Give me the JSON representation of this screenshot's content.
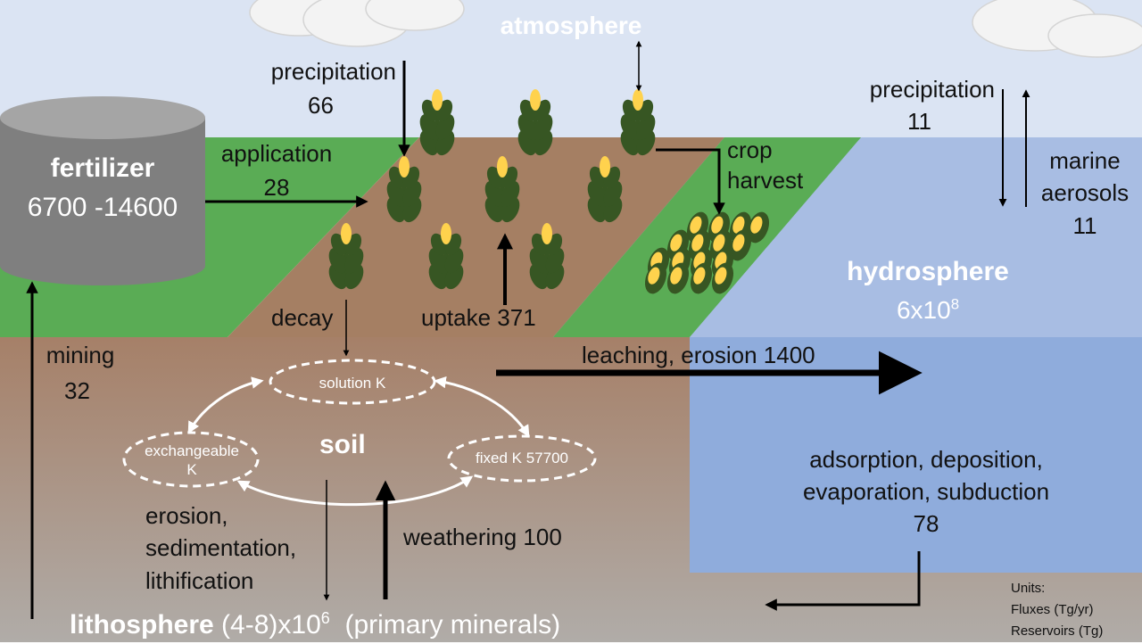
{
  "reservoirs": {
    "atmosphere": "atmosphere",
    "fertilizer_name": "fertilizer",
    "fertilizer_value": "6700 -14600",
    "hydrosphere_name": "hydrosphere",
    "hydrosphere_base": "6x10",
    "hydrosphere_exp": "8",
    "soil": "soil",
    "lithosphere_name": "lithosphere",
    "lithosphere_base": "(4-8)x10",
    "lithosphere_exp": "6",
    "lithosphere_note": "(primary minerals)"
  },
  "soil_pools": {
    "solution": "solution K",
    "exchangeable_1": "exchangeable",
    "exchangeable_2": "K",
    "fixed": "fixed K 57700"
  },
  "fluxes": {
    "precip_land_label": "precipitation",
    "precip_land_value": "66",
    "application_label": "application",
    "application_value": "28",
    "crop_harvest_1": "crop",
    "crop_harvest_2": "harvest",
    "precip_ocean_label": "precipitation",
    "precip_ocean_value": "11",
    "marine_1": "marine",
    "marine_2": "aerosols",
    "marine_value": "11",
    "decay": "decay",
    "uptake": "uptake 371",
    "mining_label": "mining",
    "mining_value": "32",
    "leaching": "leaching, erosion 1400",
    "erosion_1": "erosion,",
    "erosion_2": "sedimentation,",
    "erosion_3": "lithification",
    "weathering": "weathering 100",
    "adsorption_1": "adsorption, deposition,",
    "adsorption_2": "evaporation, subduction",
    "adsorption_value": "78"
  },
  "units": {
    "title": "Units:",
    "fluxes": "Fluxes (Tg/yr)",
    "reservoirs": "Reservoirs  (Tg)"
  },
  "colors": {
    "sky": "#dbe4f3",
    "ocean": "#a8bde3",
    "ocean_deep": "#8facdc",
    "grass": "#5aac55",
    "field": "#a57f63",
    "soil_top": "#a68068",
    "soil_bottom": "#b0aca8",
    "plant": "#375623",
    "grain": "#ffd24d"
  }
}
